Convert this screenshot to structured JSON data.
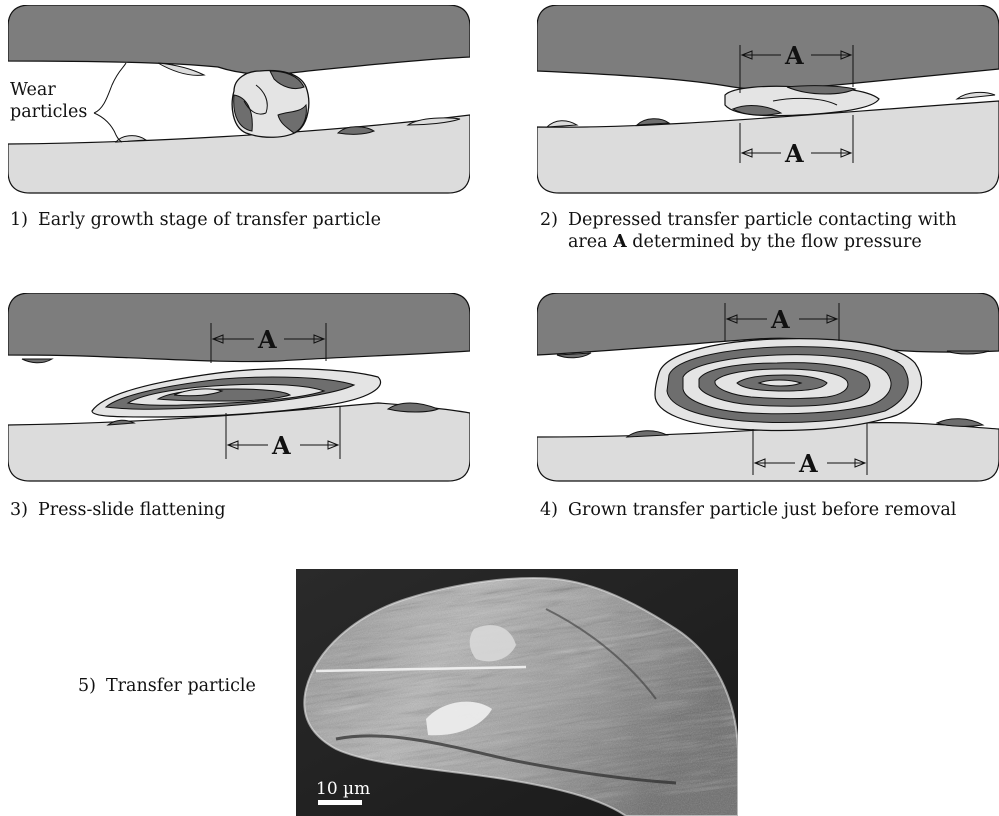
{
  "panels": [
    {
      "num": "1)",
      "caption": "Early growth stage of transfer particle"
    },
    {
      "num": "2)",
      "caption_line1": "Depressed transfer particle contacting with",
      "caption_line2_pre": "area ",
      "caption_line2_bold": "A",
      "caption_line2_post": " determined by the flow pressure"
    },
    {
      "num": "3)",
      "caption": "Press-slide flattening"
    },
    {
      "num": "4)",
      "caption": "Grown transfer particle just before removal"
    },
    {
      "num": "5)",
      "caption": "Transfer particle"
    }
  ],
  "labels": {
    "wear_line1": "Wear",
    "wear_line2": "particles",
    "area": "A",
    "scale_bar": "10  µm"
  },
  "colors": {
    "upper_body": "#7d7d7d",
    "lower_body": "#dcdcdc",
    "particle_light": "#e4e4e4",
    "particle_dark": "#6e6e6e",
    "outline": "#111111"
  }
}
